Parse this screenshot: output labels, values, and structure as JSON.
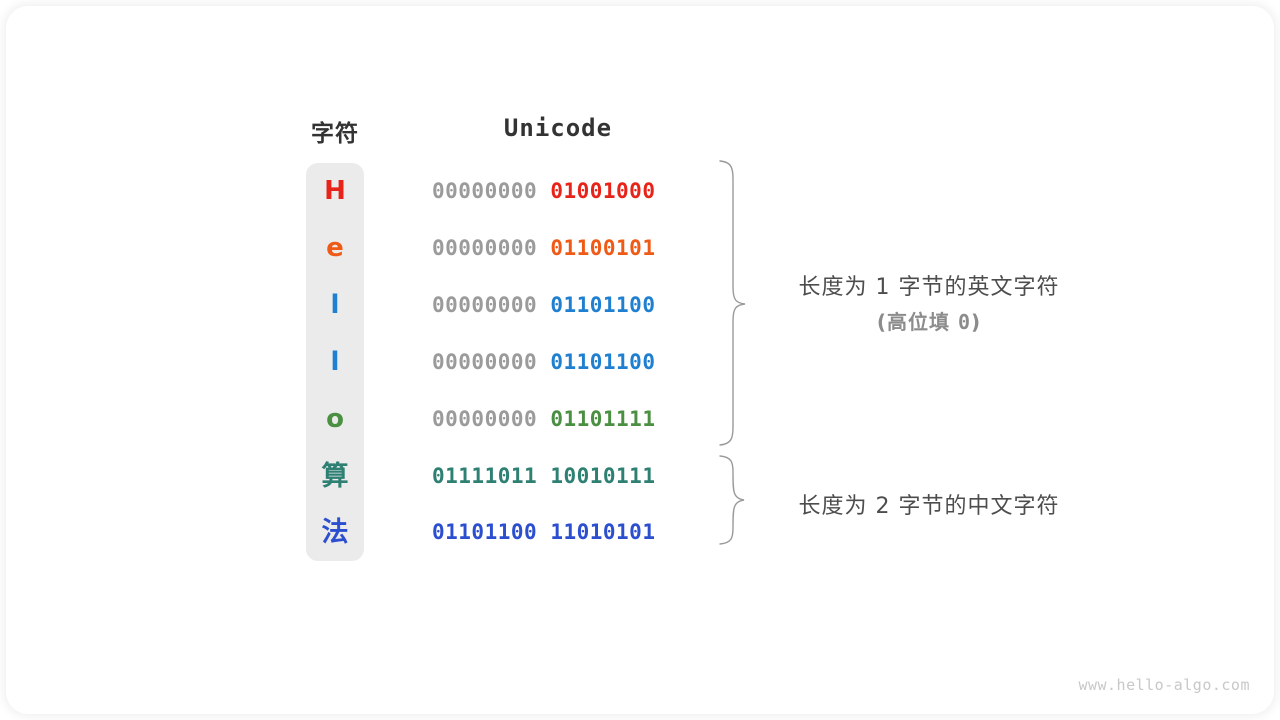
{
  "diagram": {
    "title_char_column": "字符",
    "title_unicode_column": "Unicode",
    "watermark": "www.hello-algo.com",
    "colors": {
      "char_column_bg": "#ebebeb",
      "high_byte_gray": "#9b9b9b",
      "note_text": "#4d4d4d",
      "note_sub_text": "#8c8c8c",
      "brace_stroke": "#9a9a9a",
      "watermark": "#c8c8c8"
    },
    "rows": [
      {
        "char": "H",
        "char_color": "#e8241a",
        "high_byte": "00000000",
        "low_byte": "01001000",
        "low_color": "#e8241a",
        "group": "ascii",
        "cjk": false
      },
      {
        "char": "e",
        "char_color": "#ef5a16",
        "high_byte": "00000000",
        "low_byte": "01100101",
        "low_color": "#ef5a16",
        "group": "ascii",
        "cjk": false
      },
      {
        "char": "l",
        "char_color": "#1f7fd0",
        "high_byte": "00000000",
        "low_byte": "01101100",
        "low_color": "#1f7fd0",
        "group": "ascii",
        "cjk": false
      },
      {
        "char": "l",
        "char_color": "#1f7fd0",
        "high_byte": "00000000",
        "low_byte": "01101100",
        "low_color": "#1f7fd0",
        "group": "ascii",
        "cjk": false
      },
      {
        "char": "o",
        "char_color": "#4a8f42",
        "high_byte": "00000000",
        "low_byte": "01101111",
        "low_color": "#4a8f42",
        "group": "ascii",
        "cjk": false
      },
      {
        "char": "算",
        "char_color": "#2e8073",
        "high_byte": "01111011",
        "low_byte": "10010111",
        "low_color": "#2e8073",
        "high_color": "#2e8073",
        "group": "cjk",
        "cjk": true
      },
      {
        "char": "法",
        "char_color": "#2c4fd0",
        "high_byte": "01101100",
        "low_byte": "11010101",
        "low_color": "#2c4fd0",
        "high_color": "#2c4fd0",
        "group": "cjk",
        "cjk": true
      }
    ],
    "annotations": {
      "english": {
        "line1": "长度为 1 字节的英文字符",
        "line2_prefix": "(高位填 ",
        "line2_zero": "0",
        "line2_suffix": ")"
      },
      "chinese": {
        "line1": "长度为 2 字节的中文字符"
      }
    }
  }
}
